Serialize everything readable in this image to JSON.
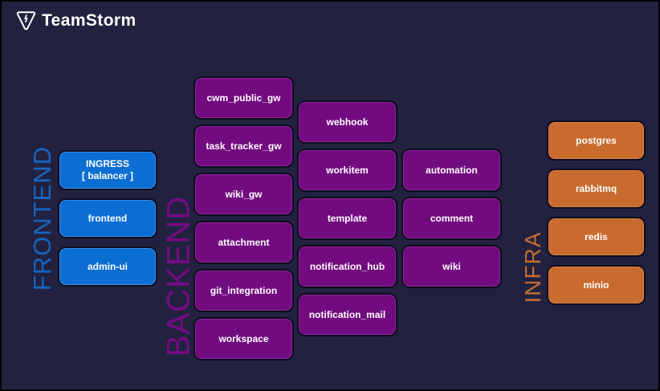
{
  "logo": {
    "title": "TeamStorm",
    "icon": "storm-pin-icon"
  },
  "colors": {
    "background": "#222240",
    "frontend_accent": "#1565c0",
    "frontend_node_fill": "#0b6ed3",
    "backend_accent": "#770b84",
    "backend_node_fill": "#720b80",
    "infra_accent": "#c16c2f",
    "infra_node_fill": "#c96b2e",
    "node_text": "#ffffff"
  },
  "frontend": {
    "label": "FRONTEND",
    "nodes": [
      {
        "line1": "INGRESS",
        "line2": "[ balancer ]"
      },
      {
        "line1": "frontend"
      },
      {
        "line1": "admin-ui"
      }
    ]
  },
  "backend": {
    "label": "BACKEND",
    "col1": [
      "cwm_public_gw",
      "task_tracker_gw",
      "wiki_gw",
      "attachment",
      "git_integration",
      "workspace"
    ],
    "col2": [
      "webhook",
      "workitem",
      "template",
      "notification_hub",
      "notification_mail"
    ],
    "col3": [
      "automation",
      "comment",
      "wiki"
    ]
  },
  "infra": {
    "label": "INFRA",
    "nodes": [
      "postgres",
      "rabbitmq",
      "redis",
      "minio"
    ]
  }
}
